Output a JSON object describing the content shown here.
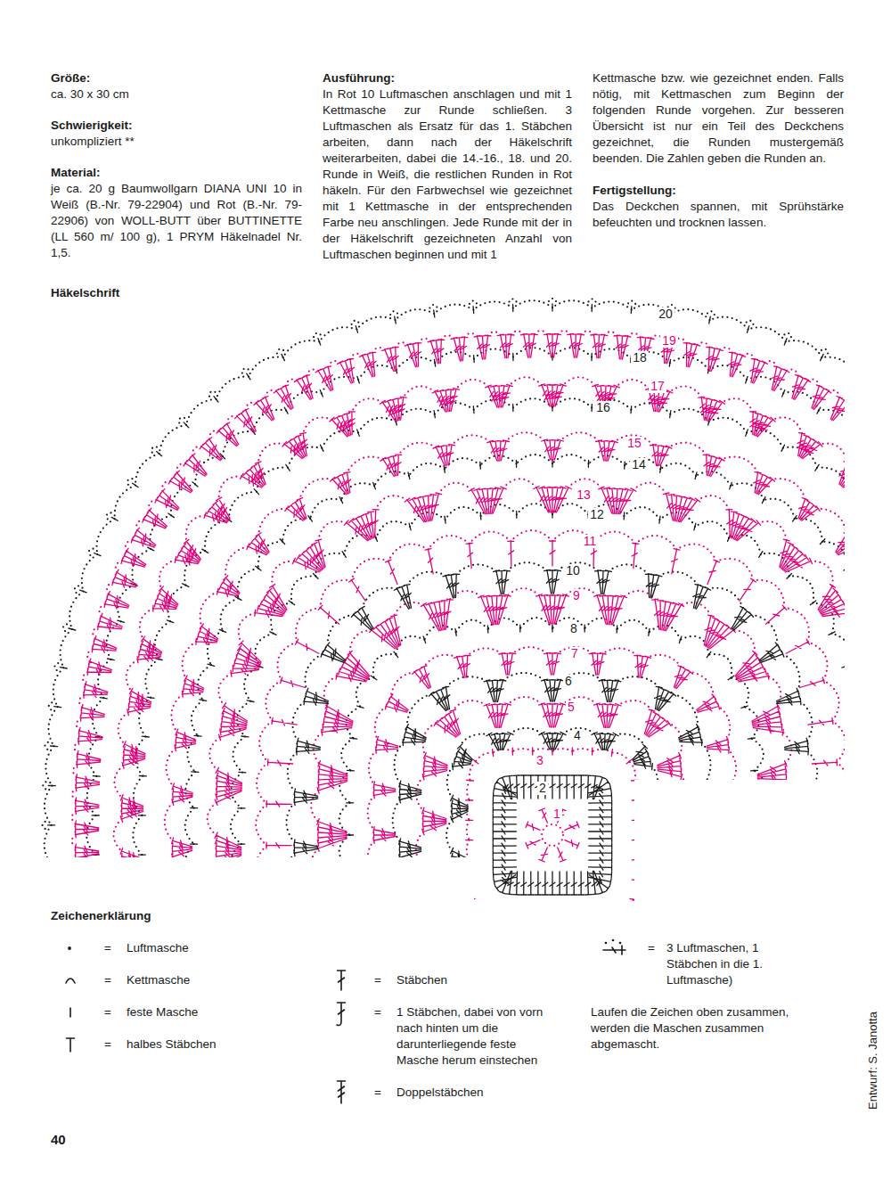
{
  "diagram": {
    "labels": [
      "Größe:",
      "ca. 30 x 30 cm",
      "Schwierigkeit:",
      "unkompliziert **",
      "Material:",
      "je ca. 20 g Baumwollgarn DIANA UNI 10 in Weiß (B.-Nr. 79-22904) und Rot (B.-Nr. 79-22906) von WOLL-BUTT über BUTTINETTE (LL 560 m/ 100 g), 1 PRYM Häkelnadel Nr. 1,5.",
      "Ausführung:",
      "In Rot 10 Luftmaschen anschlagen und mit 1 Kettmasche zur Runde schließen. 3 Luftmaschen als Ersatz für das 1. Stäbchen arbeiten, dann nach der Häkelschrift weiterarbeiten, dabei die 14.-16., 18. und 20. Runde in Weiß, die restlichen Runden in Rot häkeln. Für den Farbwechsel wie gezeichnet mit 1 Kettmasche in der entsprechenden Farbe neu anschlingen. Jede Runde mit der in der Häkelschrift gezeichneten Anzahl von Luftmaschen beginnen und mit 1",
      "Kettmasche bzw. wie gezeichnet enden. Falls nötig, mit Kettmaschen zum Beginn der folgenden Runde vorgehen. Zur besseren Übersicht ist nur ein Teil des Deckchens gezeichnet, die Runden mustergemäß beenden. Die Zahlen geben die Runden an.",
      "Fertigstellung:",
      "Das Deckchen spannen, mit Sprühstärke befeuchten und trocknen lassen.",
      "Häkelschrift",
      "1",
      "2",
      "3",
      "4",
      "5",
      "6",
      "7",
      "8",
      "9",
      "10",
      "11",
      "12",
      "13",
      "14",
      "15",
      "16",
      "17",
      "18",
      "19",
      "20",
      "Zeichenerklärung",
      "=",
      "=",
      "=",
      "=",
      "=",
      "=",
      "=",
      "=",
      "Laufen die Zeichen oben zusammen, werden die Maschen zusammen abgemascht.",
      "Entwurf: S. Janotta",
      "40"
    ],
    "legend": [
      {
        "text": "Luftmasche"
      },
      {
        "text": "Kettmasche"
      },
      {
        "text": "feste Masche"
      },
      {
        "text": "halbes Stäbchen"
      },
      {
        "text": "Stäbchen"
      },
      {
        "text": "1 Stäbchen, dabei von vorn nach hinten um die darunterliegende feste Masche herum einstechen"
      },
      {
        "text": "Doppelstäbchen"
      },
      {
        "text": "3 Luftmaschen, 1 Stäbchen in die 1. Luftmasche)"
      }
    ]
  }
}
